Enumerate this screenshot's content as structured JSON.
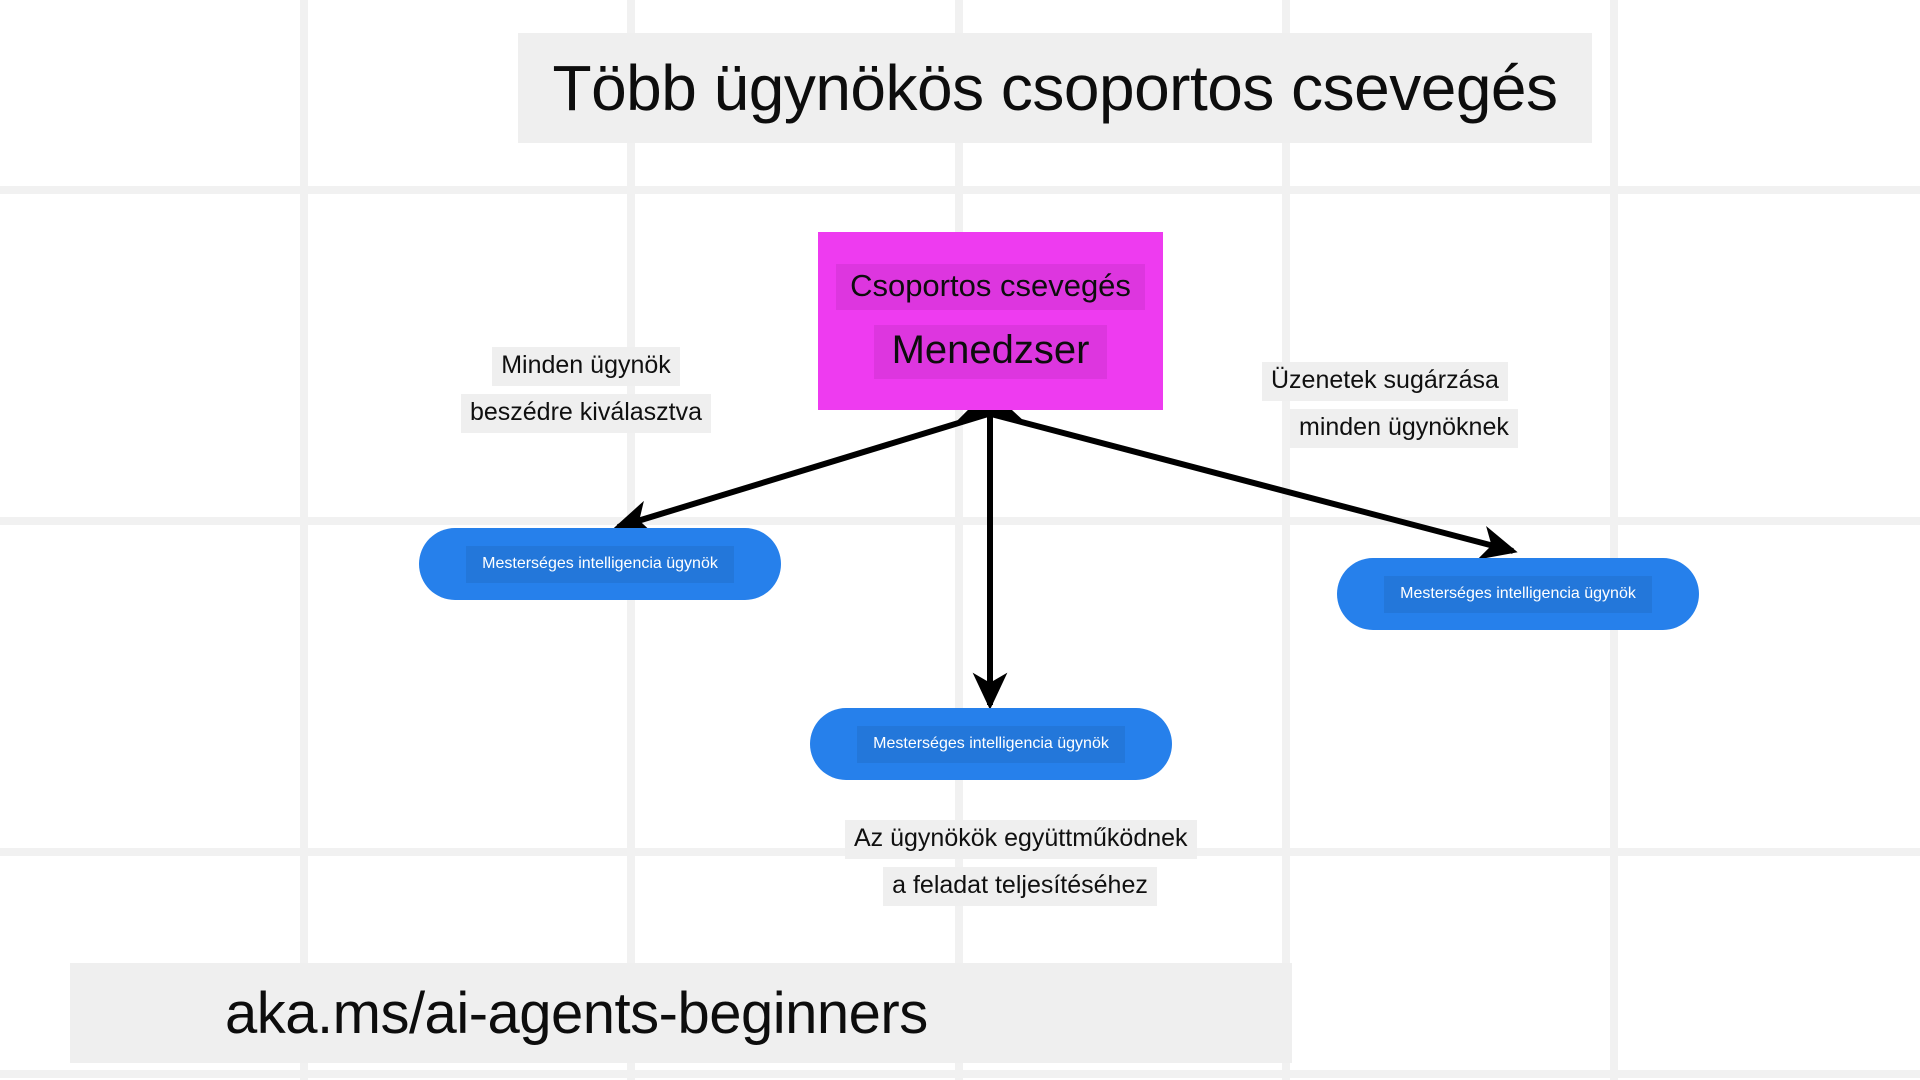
{
  "page": {
    "title": "Többügynökös csoportos csevegés",
    "background_color": "#FFFFFF",
    "grid_color": "#F1F1F1",
    "highlight_color": "#EFEFEF"
  },
  "title": {
    "text": "Több ügynökös csoportos csevegés"
  },
  "footer": {
    "url": "aka.ms/ai-agents-beginners"
  },
  "manager_node": {
    "line1": "Csoportos csevegés",
    "line2": "Menedzser",
    "color": "#EE3BF0"
  },
  "agents": [
    {
      "label": "Mesterséges intelligencia ügynök",
      "color": "#2680EB",
      "position": "left"
    },
    {
      "label": "Mesterséges intelligencia ügynök",
      "color": "#2680EB",
      "position": "right"
    },
    {
      "label": "Mesterséges intelligencia ügynök",
      "color": "#2680EB",
      "position": "bottom"
    }
  ],
  "annotations": {
    "left": {
      "line1": "Minden ügynök",
      "line2": "beszédre kiválasztva"
    },
    "right": {
      "line1": "Üzenetek sugárzása",
      "line2": "minden ügynöknek"
    },
    "bottom": {
      "line1": "Az ügynökök együttműködnek",
      "line2": "a feladat teljesítéséhez"
    }
  },
  "diagram": {
    "type": "hub-and-spoke",
    "hub": "Csoportos csevegés Menedzser",
    "spokes": 3,
    "arrow_color": "#000000",
    "edges": [
      {
        "from": "manager",
        "to": "agent-left",
        "direction": "bidirectional"
      },
      {
        "from": "manager",
        "to": "agent-right",
        "direction": "bidirectional"
      },
      {
        "from": "manager",
        "to": "agent-bottom",
        "direction": "bidirectional"
      }
    ]
  }
}
